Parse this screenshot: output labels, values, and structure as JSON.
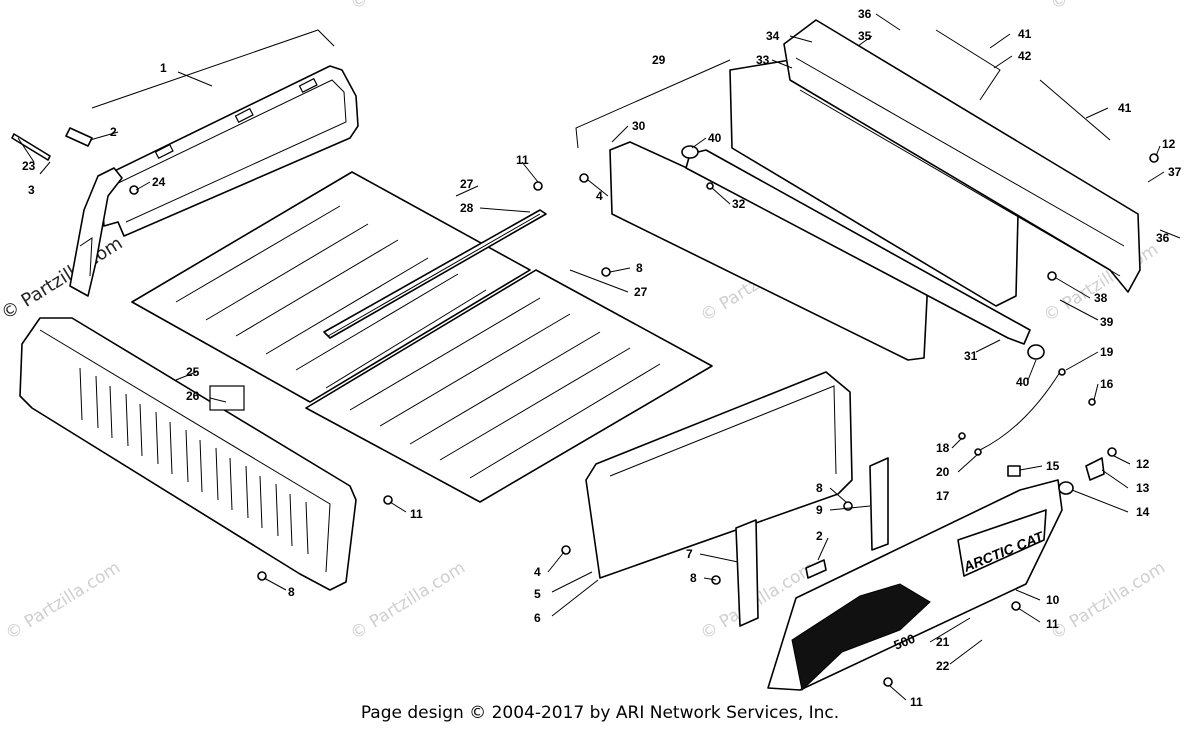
{
  "callouts": [
    {
      "id": "c1",
      "label": "1"
    },
    {
      "id": "c2a",
      "label": "2"
    },
    {
      "id": "c3",
      "label": "3"
    },
    {
      "id": "c23",
      "label": "23"
    },
    {
      "id": "c24",
      "label": "24"
    },
    {
      "id": "c25",
      "label": "25"
    },
    {
      "id": "c26",
      "label": "26"
    },
    {
      "id": "c11a",
      "label": "11"
    },
    {
      "id": "c8a",
      "label": "8"
    },
    {
      "id": "c11b",
      "label": "11"
    },
    {
      "id": "c27a",
      "label": "27"
    },
    {
      "id": "c28",
      "label": "28"
    },
    {
      "id": "c8b",
      "label": "8"
    },
    {
      "id": "c27b",
      "label": "27"
    },
    {
      "id": "c29",
      "label": "29"
    },
    {
      "id": "c30",
      "label": "30"
    },
    {
      "id": "c4a",
      "label": "4"
    },
    {
      "id": "c40a",
      "label": "40"
    },
    {
      "id": "c32",
      "label": "32"
    },
    {
      "id": "c33",
      "label": "33"
    },
    {
      "id": "c34",
      "label": "34"
    },
    {
      "id": "c35",
      "label": "35"
    },
    {
      "id": "c36a",
      "label": "36"
    },
    {
      "id": "c41a",
      "label": "41"
    },
    {
      "id": "c42",
      "label": "42"
    },
    {
      "id": "c41b",
      "label": "41"
    },
    {
      "id": "c12a",
      "label": "12"
    },
    {
      "id": "c37",
      "label": "37"
    },
    {
      "id": "c36b",
      "label": "36"
    },
    {
      "id": "c38",
      "label": "38"
    },
    {
      "id": "c39",
      "label": "39"
    },
    {
      "id": "c31",
      "label": "31"
    },
    {
      "id": "c40b",
      "label": "40"
    },
    {
      "id": "c19",
      "label": "19"
    },
    {
      "id": "c16",
      "label": "16"
    },
    {
      "id": "c18",
      "label": "18"
    },
    {
      "id": "c15",
      "label": "15"
    },
    {
      "id": "c20",
      "label": "20"
    },
    {
      "id": "c17",
      "label": "17"
    },
    {
      "id": "c12b",
      "label": "12"
    },
    {
      "id": "c13",
      "label": "13"
    },
    {
      "id": "c14",
      "label": "14"
    },
    {
      "id": "c8c",
      "label": "8"
    },
    {
      "id": "c9",
      "label": "9"
    },
    {
      "id": "c2b",
      "label": "2"
    },
    {
      "id": "c4b",
      "label": "4"
    },
    {
      "id": "c5",
      "label": "5"
    },
    {
      "id": "c6",
      "label": "6"
    },
    {
      "id": "c7",
      "label": "7"
    },
    {
      "id": "c8d",
      "label": "8"
    },
    {
      "id": "c10",
      "label": "10"
    },
    {
      "id": "c11c",
      "label": "11"
    },
    {
      "id": "c21",
      "label": "21"
    },
    {
      "id": "c22",
      "label": "22"
    },
    {
      "id": "c11d",
      "label": "11"
    }
  ],
  "watermark": "© Partzilla.com",
  "brand_text": "ARCTIC CAT",
  "model_text": "500",
  "footer": "Page design © 2004-2017 by ARI Network Services, Inc."
}
